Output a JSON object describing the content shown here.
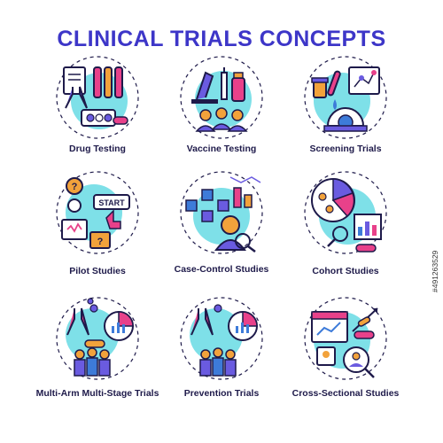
{
  "title": "CLINICAL TRIALS CONCEPTS",
  "colors": {
    "title": "#3d36c8",
    "circle": "#7ee0e8",
    "outline": "#1e1a4a",
    "accent_pink": "#e8418a",
    "accent_orange": "#f2a23b",
    "accent_purple": "#6a5be0",
    "accent_blue": "#3d7bd9"
  },
  "concepts": [
    {
      "label": "Drug Testing",
      "icon": "drug-testing-icon"
    },
    {
      "label": "Vaccine Testing",
      "icon": "vaccine-testing-icon"
    },
    {
      "label": "Screening Trials",
      "icon": "screening-trials-icon"
    },
    {
      "label": "Pilot Studies",
      "icon": "pilot-studies-icon",
      "start_text": "START"
    },
    {
      "label": "Case-Control Studies",
      "icon": "case-control-studies-icon"
    },
    {
      "label": "Cohort Studies",
      "icon": "cohort-studies-icon"
    },
    {
      "label": "Multi-Arm Multi-Stage Trials",
      "icon": "multi-arm-trials-icon"
    },
    {
      "label": "Prevention Trials",
      "icon": "prevention-trials-icon"
    },
    {
      "label": "Cross-Sectional Studies",
      "icon": "cross-sectional-studies-icon"
    }
  ],
  "stock_id": "#491263529"
}
